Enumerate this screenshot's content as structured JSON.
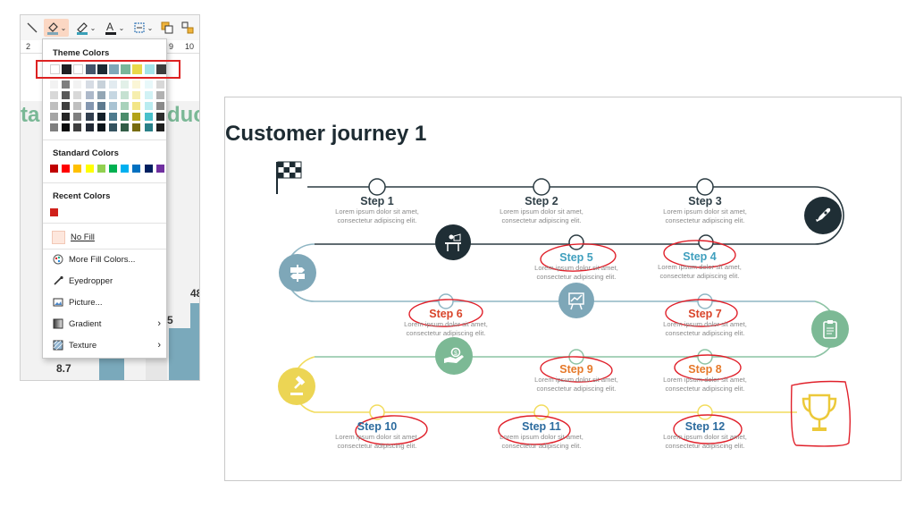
{
  "toolbar": {
    "icons": [
      "line-icon",
      "fill-color-icon",
      "pen-color-icon",
      "font-color-icon",
      "text-box-icon",
      "arrange-icon"
    ]
  },
  "ruler": {
    "left_num": "2",
    "right_num_1": "9",
    "right_num_2": "10"
  },
  "slide_behind": {
    "partial_text_left": "ta",
    "partial_text_right": "duc",
    "value_label": "8.7",
    "bar_label_1": "5",
    "bar_label_2": "48"
  },
  "menu": {
    "theme_label": "Theme Colors",
    "theme_row": [
      "#ffffff",
      "#1f2023",
      "#ffffff",
      "#44546a",
      "#1b2a34",
      "#7fa7b8",
      "#79b69a",
      "#e9d84a",
      "#a3e3e8",
      "#3d3d3d"
    ],
    "tints": [
      [
        "#f2f2f2",
        "#7f7f7f",
        "#f2f2f2",
        "#d6dce4",
        "#c8d2da",
        "#e2ebf0",
        "#e2f0e8",
        "#fbf6d6",
        "#e8f8fa",
        "#d8d8d8"
      ],
      [
        "#d8d8d8",
        "#595959",
        "#d8d8d8",
        "#adb9ca",
        "#93a6b4",
        "#c6d7e2",
        "#c5e1d1",
        "#f6eeae",
        "#d1f2f5",
        "#b1b1b1"
      ],
      [
        "#bfbfbf",
        "#3f3f3f",
        "#bfbfbf",
        "#8497b0",
        "#5e7a8f",
        "#a9c3d3",
        "#a8d2bb",
        "#f2e586",
        "#baecf0",
        "#8a8a8a"
      ],
      [
        "#a5a5a5",
        "#262626",
        "#7f7f7f",
        "#323f4f",
        "#14202a",
        "#4e7b8e",
        "#4b8c6b",
        "#b3a31a",
        "#4ac0ca",
        "#2d2d2d"
      ],
      [
        "#7f7f7f",
        "#0c0c0c",
        "#3f3f3f",
        "#222a35",
        "#0d161c",
        "#34525f",
        "#325d47",
        "#776c11",
        "#2a8088",
        "#1e1e1e"
      ]
    ],
    "standard_label": "Standard Colors",
    "standard": [
      "#c00000",
      "#ff0000",
      "#ffc000",
      "#ffff00",
      "#92d050",
      "#00b050",
      "#00b0f0",
      "#0070c0",
      "#002060",
      "#7030a0"
    ],
    "recent_label": "Recent Colors",
    "recent": [
      "#d0201a"
    ],
    "no_fill": "No Fill",
    "more_fill": "More Fill Colors...",
    "eyedropper": "Eyedropper",
    "picture": "Picture...",
    "gradient": "Gradient",
    "texture": "Texture"
  },
  "slide": {
    "title": "Customer journey 1",
    "lorem_1": "Lorem ipsum dolor sit amet,",
    "lorem_2": "consectetur adipiscing elit.",
    "steps": [
      {
        "label": "Step 1",
        "color": "#2f3f47"
      },
      {
        "label": "Step 2",
        "color": "#2f3f47"
      },
      {
        "label": "Step 3",
        "color": "#2f3f47"
      },
      {
        "label": "Step 4",
        "color": "#3f9fbe"
      },
      {
        "label": "Step 5",
        "color": "#3f9fbe"
      },
      {
        "label": "Step 6",
        "color": "#d9452b"
      },
      {
        "label": "Step 7",
        "color": "#d9452b"
      },
      {
        "label": "Step 8",
        "color": "#e5792a"
      },
      {
        "label": "Step 9",
        "color": "#e5792a"
      },
      {
        "label": "Step 10",
        "color": "#2c6b9e"
      },
      {
        "label": "Step 11",
        "color": "#2c6b9e"
      },
      {
        "label": "Step 12",
        "color": "#2c6b9e"
      }
    ],
    "colors": {
      "dark": "#2b3b42",
      "blue": "#8fb6c4",
      "green": "#8cc3a4",
      "yellow": "#f2dc5d",
      "annotation": "#e0202a"
    }
  }
}
